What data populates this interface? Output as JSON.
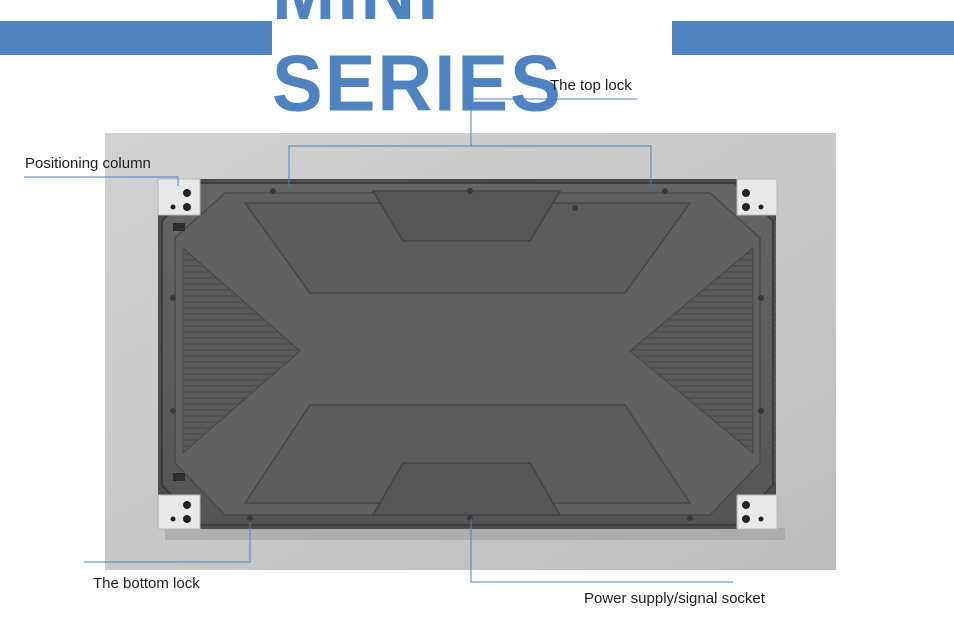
{
  "header": {
    "title": "MINI SERIES",
    "accent_color": "#4e82c0"
  },
  "callouts": {
    "top_lock": "The top lock",
    "positioning_column": "Positioning column",
    "bottom_lock": "The bottom lock",
    "power_signal_socket": "Power supply/signal socket",
    "line_color": "#4a80bf"
  },
  "product_image": {
    "subject": "LED cabinet rear panel",
    "panel_color": "#5c5c5c",
    "background_color": "#c8c8c8"
  }
}
